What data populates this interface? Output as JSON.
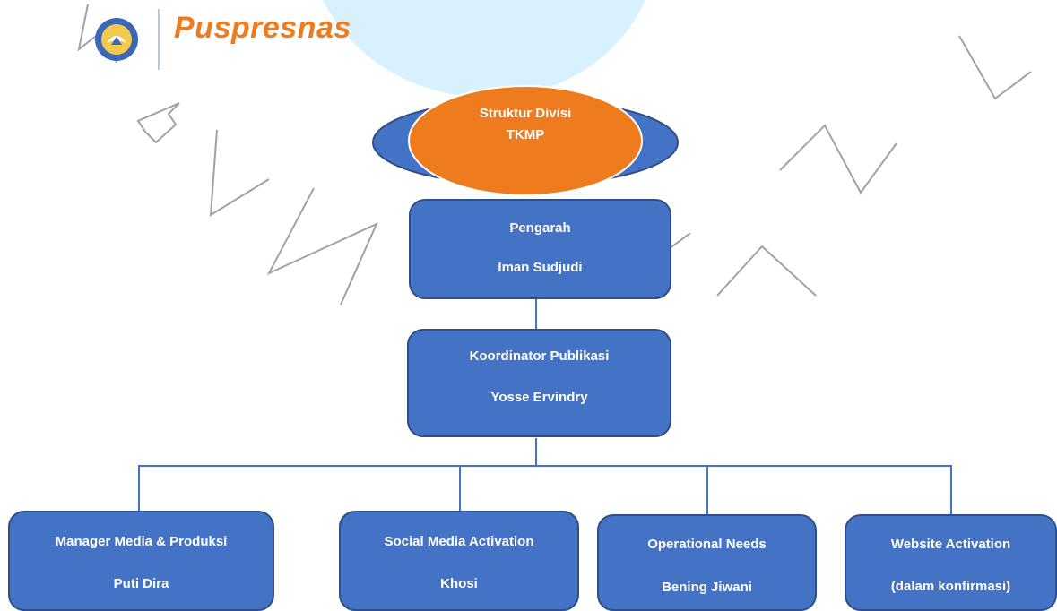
{
  "brand": {
    "name": "Puspresnas"
  },
  "title": {
    "line1": "Struktur Divisi",
    "line2": "TKMP"
  },
  "nodes": {
    "pengarah": {
      "role": "Pengarah",
      "person": "Iman Sudjudi"
    },
    "koordinator": {
      "role": "Koordinator Publikasi",
      "person": "Yosse Ervindry"
    },
    "children": [
      {
        "role": "Manager Media & Produksi",
        "person": "Puti Dira"
      },
      {
        "role": "Social Media Activation",
        "person": "Khosi"
      },
      {
        "role": "Operational Needs",
        "person": "Bening Jiwani"
      },
      {
        "role": "Website Activation",
        "person": "(dalam konfirmasi)"
      }
    ]
  },
  "colors": {
    "box": "#4472c4",
    "accent": "#ee7c1e",
    "watermark": "#00c8f0"
  }
}
